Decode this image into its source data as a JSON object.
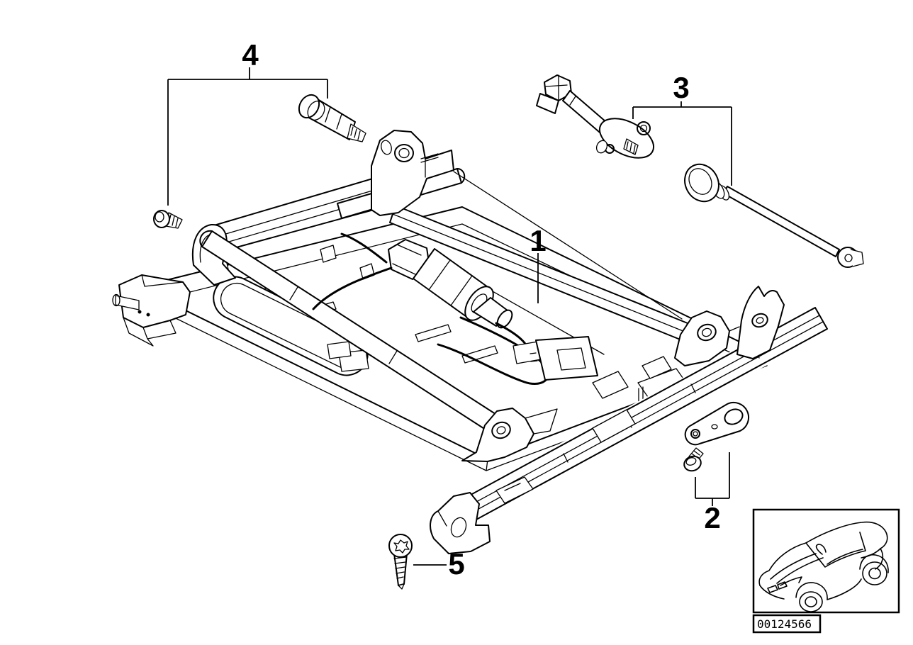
{
  "diagram": {
    "background_color": "#ffffff",
    "line_color": "#000000",
    "callouts": [
      {
        "label": "1"
      },
      {
        "label": "2"
      },
      {
        "label": "3"
      },
      {
        "label": "4"
      },
      {
        "label": "5"
      }
    ]
  },
  "thumbnail": {
    "icon": "car-outline"
  },
  "footer": {
    "image_id": "00124566"
  }
}
